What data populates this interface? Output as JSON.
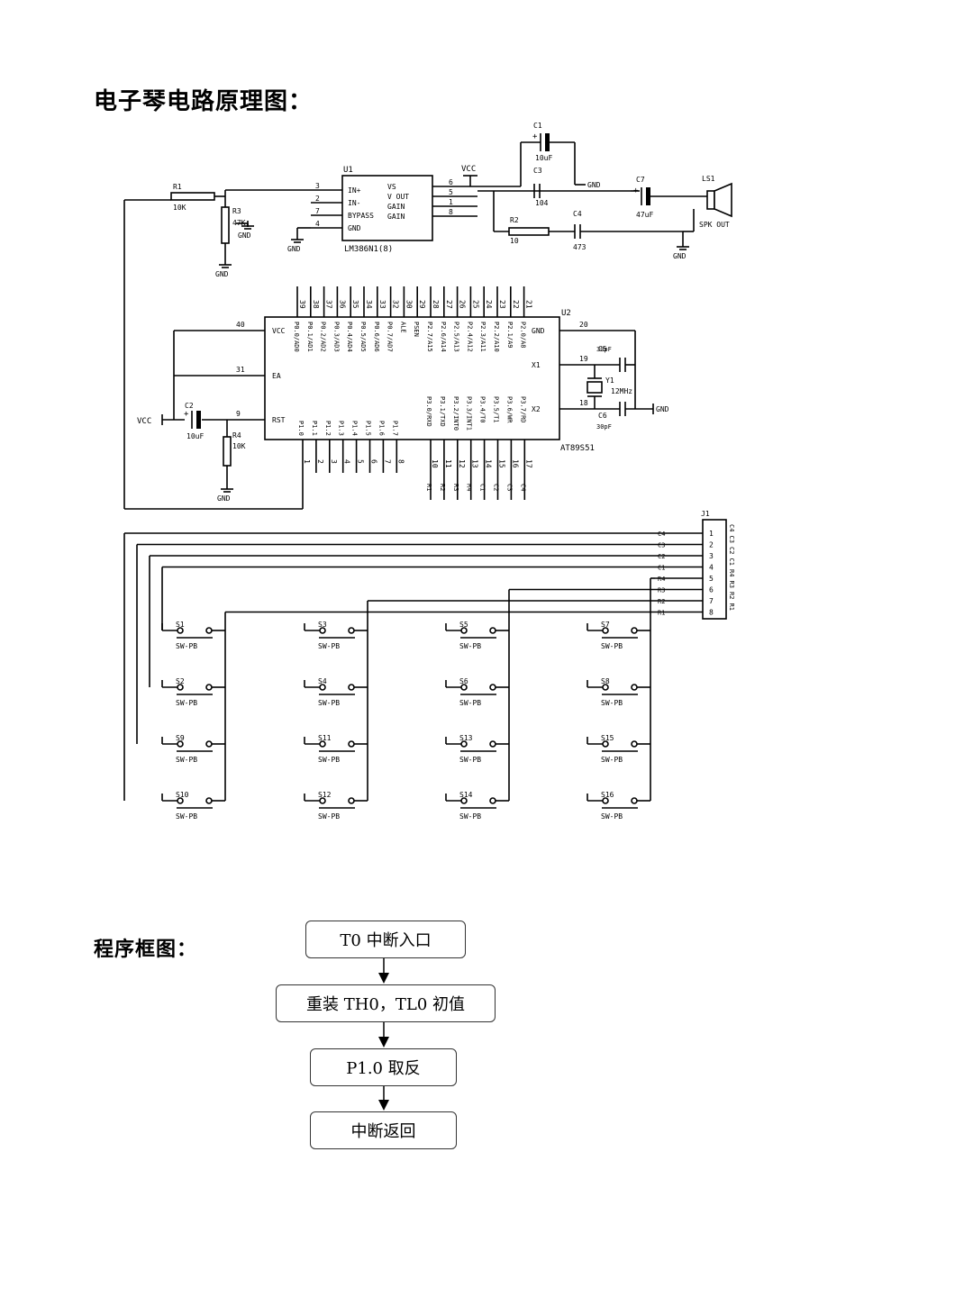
{
  "headings": {
    "circuit": "电子琴电路原理图：",
    "flowchart": "程序框图："
  },
  "amp": {
    "ref": "U1",
    "part": "LM386N1(8)",
    "left_pins": [
      {
        "num": "3",
        "name": "IN+"
      },
      {
        "num": "2",
        "name": "IN-"
      },
      {
        "num": "7",
        "name": "BYPASS"
      },
      {
        "num": "4",
        "name": "GND"
      }
    ],
    "right_pins": [
      {
        "num": "6",
        "name": "VS"
      },
      {
        "num": "5",
        "name": "V OUT"
      },
      {
        "num": "1",
        "name": "GAIN"
      },
      {
        "num": "8",
        "name": "GAIN"
      }
    ]
  },
  "amp_components": {
    "r1": {
      "ref": "R1",
      "value": "10K"
    },
    "r3": {
      "ref": "R3",
      "value": "47K"
    },
    "r2": {
      "ref": "R2",
      "value": "10"
    },
    "c1": {
      "ref": "C1",
      "value": "10uF"
    },
    "c3": {
      "ref": "C3",
      "value": "104"
    },
    "c4": {
      "ref": "C4",
      "value": "473"
    },
    "c7": {
      "ref": "C7",
      "value": "47uF"
    },
    "speaker": {
      "ref": "LS1",
      "label": "SPK OUT"
    }
  },
  "mcu": {
    "ref": "U2",
    "part": "AT89S51",
    "left_pins": [
      {
        "num": "40",
        "name": "VCC"
      },
      {
        "num": "31",
        "name": "EA"
      },
      {
        "num": "9",
        "name": "RST"
      }
    ],
    "right_pins": [
      {
        "num": "20",
        "name": "GND"
      },
      {
        "num": "19",
        "name": "X1"
      },
      {
        "num": "18",
        "name": "X2"
      }
    ],
    "top_nums": [
      "39",
      "38",
      "37",
      "36",
      "35",
      "34",
      "33",
      "32",
      "30",
      "29",
      "28",
      "27",
      "26",
      "25",
      "24",
      "23",
      "22",
      "21"
    ],
    "top_names": [
      "P0.0/AD0",
      "P0.1/AD1",
      "P0.2/AD2",
      "P0.3/AD3",
      "P0.4/AD4",
      "P0.5/AD5",
      "P0.6/AD6",
      "P0.7/AD7",
      "ALE",
      "PSEN",
      "P2.7/A15",
      "P2.6/A14",
      "P2.5/A13",
      "P2.4/A12",
      "P2.3/A11",
      "P2.2/A10",
      "P2.1/A9",
      "P2.0/A8"
    ],
    "p1_names": [
      "P1.0",
      "P1.1",
      "P1.2",
      "P1.3",
      "P1.4",
      "P1.5",
      "P1.6",
      "P1.7"
    ],
    "p1_nums": [
      "1",
      "2",
      "3",
      "4",
      "5",
      "6",
      "7",
      "8"
    ],
    "p3_names": [
      "P3.0/RXD",
      "P3.1/TXD",
      "P3.2/INT0",
      "P3.3/INT1",
      "P3.4/T0",
      "P3.5/T1",
      "P3.6/WR",
      "P3.7/RD"
    ],
    "p3_nums": [
      "10",
      "11",
      "12",
      "13",
      "14",
      "15",
      "16",
      "17"
    ],
    "p3_nets": [
      "R1",
      "R2",
      "R3",
      "R4",
      "C1",
      "C2",
      "C3",
      "C4"
    ]
  },
  "mcu_components": {
    "c2": {
      "ref": "C2",
      "value": "10uF"
    },
    "r4": {
      "ref": "R4",
      "value": "10K"
    },
    "c5": {
      "ref": "C5",
      "value": "30pF"
    },
    "c6": {
      "ref": "C6",
      "value": "30pF"
    },
    "y1": {
      "ref": "Y1",
      "value": "12MHz"
    }
  },
  "net_labels": {
    "vcc": "VCC",
    "gnd": "GND"
  },
  "connector": {
    "ref": "J1",
    "pin_nums": [
      "1",
      "2",
      "3",
      "4",
      "5",
      "6",
      "7",
      "8"
    ],
    "nets": [
      "C4",
      "C3",
      "C2",
      "C1",
      "R4",
      "R3",
      "R2",
      "R1"
    ]
  },
  "switches": [
    {
      "ref": "S1",
      "type": "SW-PB"
    },
    {
      "ref": "S3",
      "type": "SW-PB"
    },
    {
      "ref": "S5",
      "type": "SW-PB"
    },
    {
      "ref": "S7",
      "type": "SW-PB"
    },
    {
      "ref": "S2",
      "type": "SW-PB"
    },
    {
      "ref": "S4",
      "type": "SW-PB"
    },
    {
      "ref": "S6",
      "type": "SW-PB"
    },
    {
      "ref": "S8",
      "type": "SW-PB"
    },
    {
      "ref": "S9",
      "type": "SW-PB"
    },
    {
      "ref": "S11",
      "type": "SW-PB"
    },
    {
      "ref": "S13",
      "type": "SW-PB"
    },
    {
      "ref": "S15",
      "type": "SW-PB"
    },
    {
      "ref": "S10",
      "type": "SW-PB"
    },
    {
      "ref": "S12",
      "type": "SW-PB"
    },
    {
      "ref": "S14",
      "type": "SW-PB"
    },
    {
      "ref": "S16",
      "type": "SW-PB"
    }
  ],
  "flowchart": {
    "steps": [
      "T0 中断入口",
      "重装 TH0，TL0 初值",
      "P1.0 取反",
      "中断返回"
    ]
  }
}
